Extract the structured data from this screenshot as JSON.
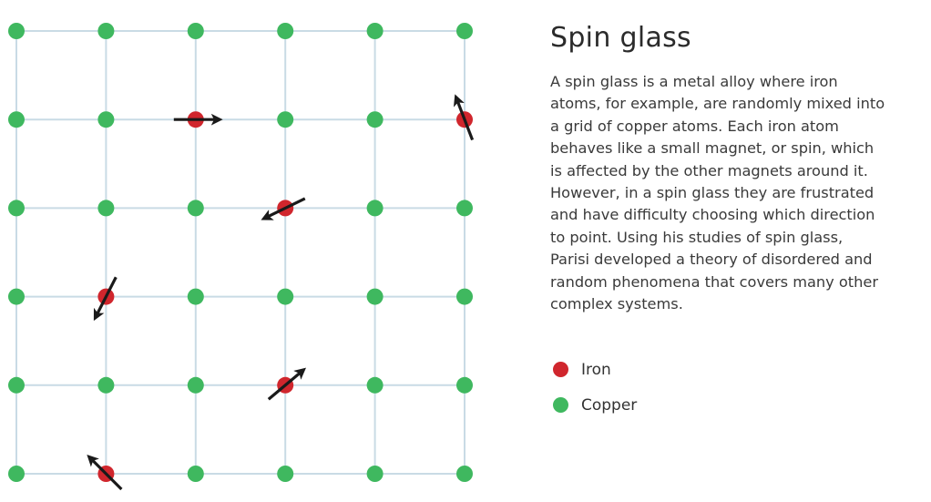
{
  "title": "Spin glass",
  "description_lines": [
    "A spin glass is a metal alloy where iron",
    "atoms, for example, are randomly mixed into",
    "a grid of copper atoms. Each iron atom",
    "behaves like a small magnet, or spin, which",
    "is affected by the other magnets around it.",
    "However, in a spin glass they are frustrated",
    "and have difficulty choosing which direction",
    "to point. Using his studies of spin glass,",
    "Parisi developed a theory of disordered and",
    "random phenomena that covers many other",
    "complex systems."
  ],
  "legend": [
    {
      "label": "Iron",
      "color": "#d0262d"
    },
    {
      "label": "Copper",
      "color": "#3fb85f"
    }
  ],
  "lattice": {
    "rows": 6,
    "cols": 6,
    "line_color": "#c9dbe5",
    "arrow_color": "#1a1a1a",
    "iron_atoms": [
      {
        "row": 1,
        "col": 2,
        "spin_angle_deg": 0
      },
      {
        "row": 1,
        "col": 5,
        "spin_angle_deg": -111
      },
      {
        "row": 2,
        "col": 3,
        "spin_angle_deg": 154
      },
      {
        "row": 3,
        "col": 1,
        "spin_angle_deg": 117
      },
      {
        "row": 4,
        "col": 3,
        "spin_angle_deg": -40
      },
      {
        "row": 5,
        "col": 1,
        "spin_angle_deg": -135
      }
    ]
  }
}
